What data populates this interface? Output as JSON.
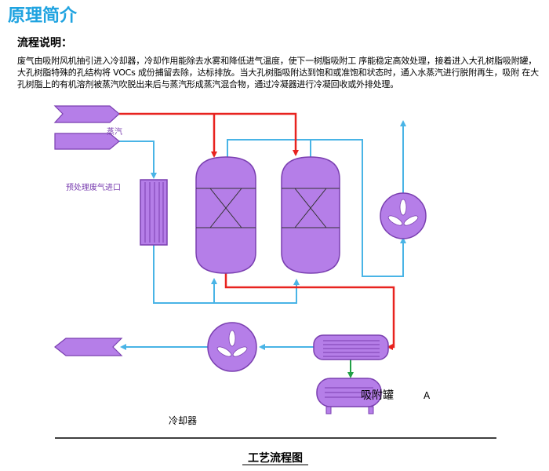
{
  "header": {
    "title": "原理简介",
    "subtitle": "流程说明：",
    "description": "废气由吸附风机抽引进入冷却器，冷却作用能除去水雾和降低进气温度，使下一树脂吸附工 序能稳定高效处理，接着进入大孔树脂吸附罐，大孔树脂特殊的孔结构将 VOCs 成份捕留去除，达标排放。当大孔树脂吸附达到饱和或准饱和状态时，通入水蒸汽进行脱附再生，吸附 在大孔树脂上的有机溶剂被蒸汽吹脱出来后与蒸汽形成蒸汽混合物，通过冷凝器进行冷凝回收或外排处理。"
  },
  "diagram": {
    "labels": {
      "steam": "蒸汽",
      "pretreated_inlet": "预处理废气进口",
      "adsorption_tank": "吸附罐",
      "tank_letter": "A",
      "cooler": "冷却器"
    },
    "caption": "工艺流程图",
    "colors": {
      "title": "#1fa3e0",
      "equipment_fill": "#b57ee8",
      "equipment_stroke": "#7a3fb0",
      "hot_flow": "#e8231f",
      "cold_flow": "#49b4e6",
      "condensate_flow": "#22a046"
    }
  }
}
